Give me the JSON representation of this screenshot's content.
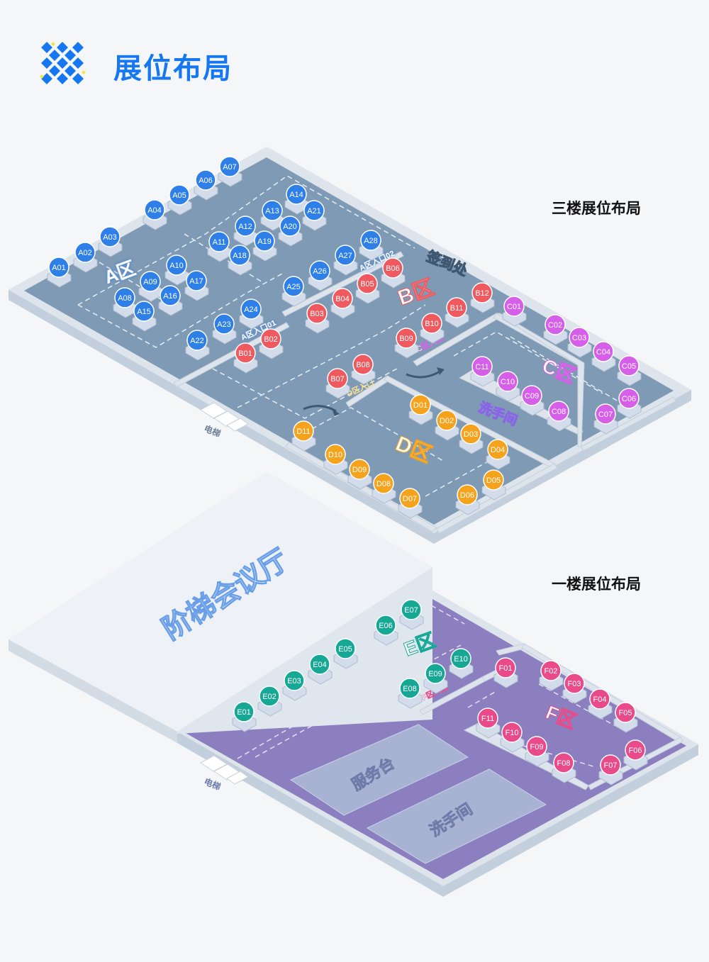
{
  "header": {
    "title": "展位布局",
    "logo_icon": "diamond-grid-icon"
  },
  "floors": {
    "third": {
      "label": "三楼展位布局",
      "zones": {
        "a": "A区",
        "b": "B区",
        "c": "C区",
        "d": "D区"
      },
      "entrances": {
        "a1": "A区入口01",
        "a2": "A区入口02",
        "c": "C区入口",
        "d": "D区入口"
      },
      "places": {
        "signin": "签到处",
        "restroom": "洗手间",
        "elevator": "电梯"
      }
    },
    "first": {
      "label": "一楼展位布局",
      "zones": {
        "e": "E区",
        "f": "F区"
      },
      "entrances": {
        "f": "F区入口"
      },
      "places": {
        "hall": "阶梯会议厅",
        "service": "服务台",
        "restroom": "洗手间",
        "elevator": "电梯"
      }
    }
  },
  "colors": {
    "a": "#2f7fe8",
    "b": "#ee5a5f",
    "c": "#d55fe8",
    "d": "#f5a21c",
    "e": "#16a894",
    "f": "#e84a8a",
    "floor3": "#7f9ab4",
    "floor1": "#8b7fc0",
    "wall": "#dde4ec"
  },
  "booths": [
    {
      "id": "A01",
      "zone": "a"
    },
    {
      "id": "A02",
      "zone": "a"
    },
    {
      "id": "A03",
      "zone": "a"
    },
    {
      "id": "A04",
      "zone": "a"
    },
    {
      "id": "A05",
      "zone": "a"
    },
    {
      "id": "A06",
      "zone": "a"
    },
    {
      "id": "A07",
      "zone": "a"
    },
    {
      "id": "A08",
      "zone": "a"
    },
    {
      "id": "A09",
      "zone": "a"
    },
    {
      "id": "A10",
      "zone": "a"
    },
    {
      "id": "A11",
      "zone": "a"
    },
    {
      "id": "A12",
      "zone": "a"
    },
    {
      "id": "A13",
      "zone": "a"
    },
    {
      "id": "A14",
      "zone": "a"
    },
    {
      "id": "A15",
      "zone": "a"
    },
    {
      "id": "A16",
      "zone": "a"
    },
    {
      "id": "A17",
      "zone": "a"
    },
    {
      "id": "A18",
      "zone": "a"
    },
    {
      "id": "A19",
      "zone": "a"
    },
    {
      "id": "A20",
      "zone": "a"
    },
    {
      "id": "A21",
      "zone": "a"
    },
    {
      "id": "A22",
      "zone": "a"
    },
    {
      "id": "A23",
      "zone": "a"
    },
    {
      "id": "A24",
      "zone": "a"
    },
    {
      "id": "A25",
      "zone": "a"
    },
    {
      "id": "A26",
      "zone": "a"
    },
    {
      "id": "A27",
      "zone": "a"
    },
    {
      "id": "A28",
      "zone": "a"
    },
    {
      "id": "B01",
      "zone": "b"
    },
    {
      "id": "B02",
      "zone": "b"
    },
    {
      "id": "B03",
      "zone": "b"
    },
    {
      "id": "B04",
      "zone": "b"
    },
    {
      "id": "B05",
      "zone": "b"
    },
    {
      "id": "B06",
      "zone": "b"
    },
    {
      "id": "B07",
      "zone": "b"
    },
    {
      "id": "B08",
      "zone": "b"
    },
    {
      "id": "B09",
      "zone": "b"
    },
    {
      "id": "B10",
      "zone": "b"
    },
    {
      "id": "B11",
      "zone": "b"
    },
    {
      "id": "B12",
      "zone": "b"
    },
    {
      "id": "C01",
      "zone": "c"
    },
    {
      "id": "C02",
      "zone": "c"
    },
    {
      "id": "C03",
      "zone": "c"
    },
    {
      "id": "C04",
      "zone": "c"
    },
    {
      "id": "C05",
      "zone": "c"
    },
    {
      "id": "C06",
      "zone": "c"
    },
    {
      "id": "C07",
      "zone": "c"
    },
    {
      "id": "C08",
      "zone": "c"
    },
    {
      "id": "C09",
      "zone": "c"
    },
    {
      "id": "C10",
      "zone": "c"
    },
    {
      "id": "C11",
      "zone": "c"
    },
    {
      "id": "D01",
      "zone": "d"
    },
    {
      "id": "D02",
      "zone": "d"
    },
    {
      "id": "D03",
      "zone": "d"
    },
    {
      "id": "D04",
      "zone": "d"
    },
    {
      "id": "D05",
      "zone": "d"
    },
    {
      "id": "D06",
      "zone": "d"
    },
    {
      "id": "D07",
      "zone": "d"
    },
    {
      "id": "D08",
      "zone": "d"
    },
    {
      "id": "D09",
      "zone": "d"
    },
    {
      "id": "D10",
      "zone": "d"
    },
    {
      "id": "D11",
      "zone": "d"
    },
    {
      "id": "E01",
      "zone": "e"
    },
    {
      "id": "E02",
      "zone": "e"
    },
    {
      "id": "E03",
      "zone": "e"
    },
    {
      "id": "E04",
      "zone": "e"
    },
    {
      "id": "E05",
      "zone": "e"
    },
    {
      "id": "E06",
      "zone": "e"
    },
    {
      "id": "E07",
      "zone": "e"
    },
    {
      "id": "E08",
      "zone": "e"
    },
    {
      "id": "E09",
      "zone": "e"
    },
    {
      "id": "E10",
      "zone": "e"
    },
    {
      "id": "F01",
      "zone": "f"
    },
    {
      "id": "F02",
      "zone": "f"
    },
    {
      "id": "F03",
      "zone": "f"
    },
    {
      "id": "F04",
      "zone": "f"
    },
    {
      "id": "F05",
      "zone": "f"
    },
    {
      "id": "F06",
      "zone": "f"
    },
    {
      "id": "F07",
      "zone": "f"
    },
    {
      "id": "F08",
      "zone": "f"
    },
    {
      "id": "F09",
      "zone": "f"
    },
    {
      "id": "F10",
      "zone": "f"
    },
    {
      "id": "F11",
      "zone": "f"
    }
  ]
}
